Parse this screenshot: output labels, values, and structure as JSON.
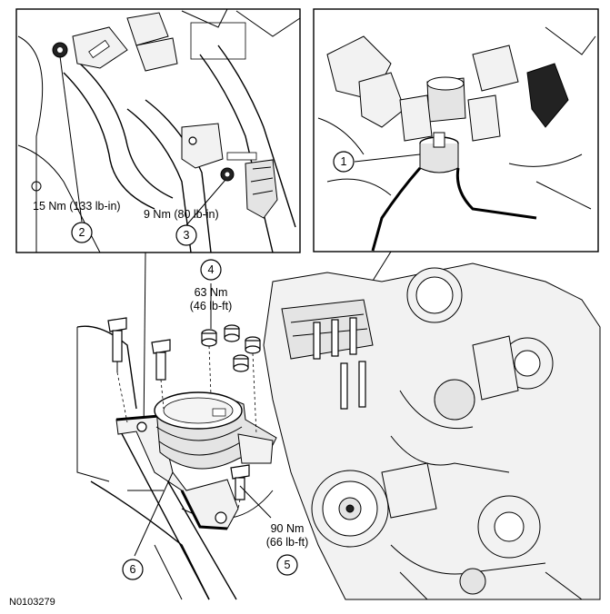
{
  "callouts": [
    {
      "id": "1",
      "label": "1"
    },
    {
      "id": "2",
      "label": "2"
    },
    {
      "id": "3",
      "label": "3"
    },
    {
      "id": "4",
      "label": "4"
    },
    {
      "id": "5",
      "label": "5"
    },
    {
      "id": "6",
      "label": "6"
    }
  ],
  "torques": {
    "t2": "15 Nm (133 lb-in)",
    "t3": "9 Nm (80 lb-in)",
    "t4_nm": "63 Nm",
    "t4_lbft": "(46 lb-ft)",
    "t5_nm": "90 Nm",
    "t5_lbft": "(66 lb-ft)"
  },
  "figure_id": "N0103279"
}
